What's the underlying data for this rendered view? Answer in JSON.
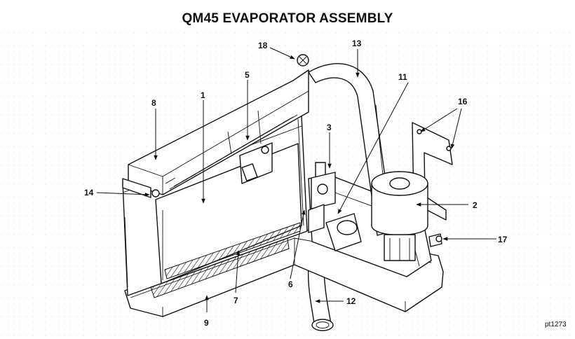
{
  "title": "QM45 EVAPORATOR ASSEMBLY",
  "reference": "pt1273",
  "callouts": {
    "c1": "1",
    "c2": "2",
    "c3": "3",
    "c5": "5",
    "c6": "6",
    "c7": "7",
    "c8": "8",
    "c9": "9",
    "c11": "11",
    "c12": "12",
    "c13": "13",
    "c14": "14",
    "c16": "16",
    "c17": "17",
    "c18": "18"
  }
}
